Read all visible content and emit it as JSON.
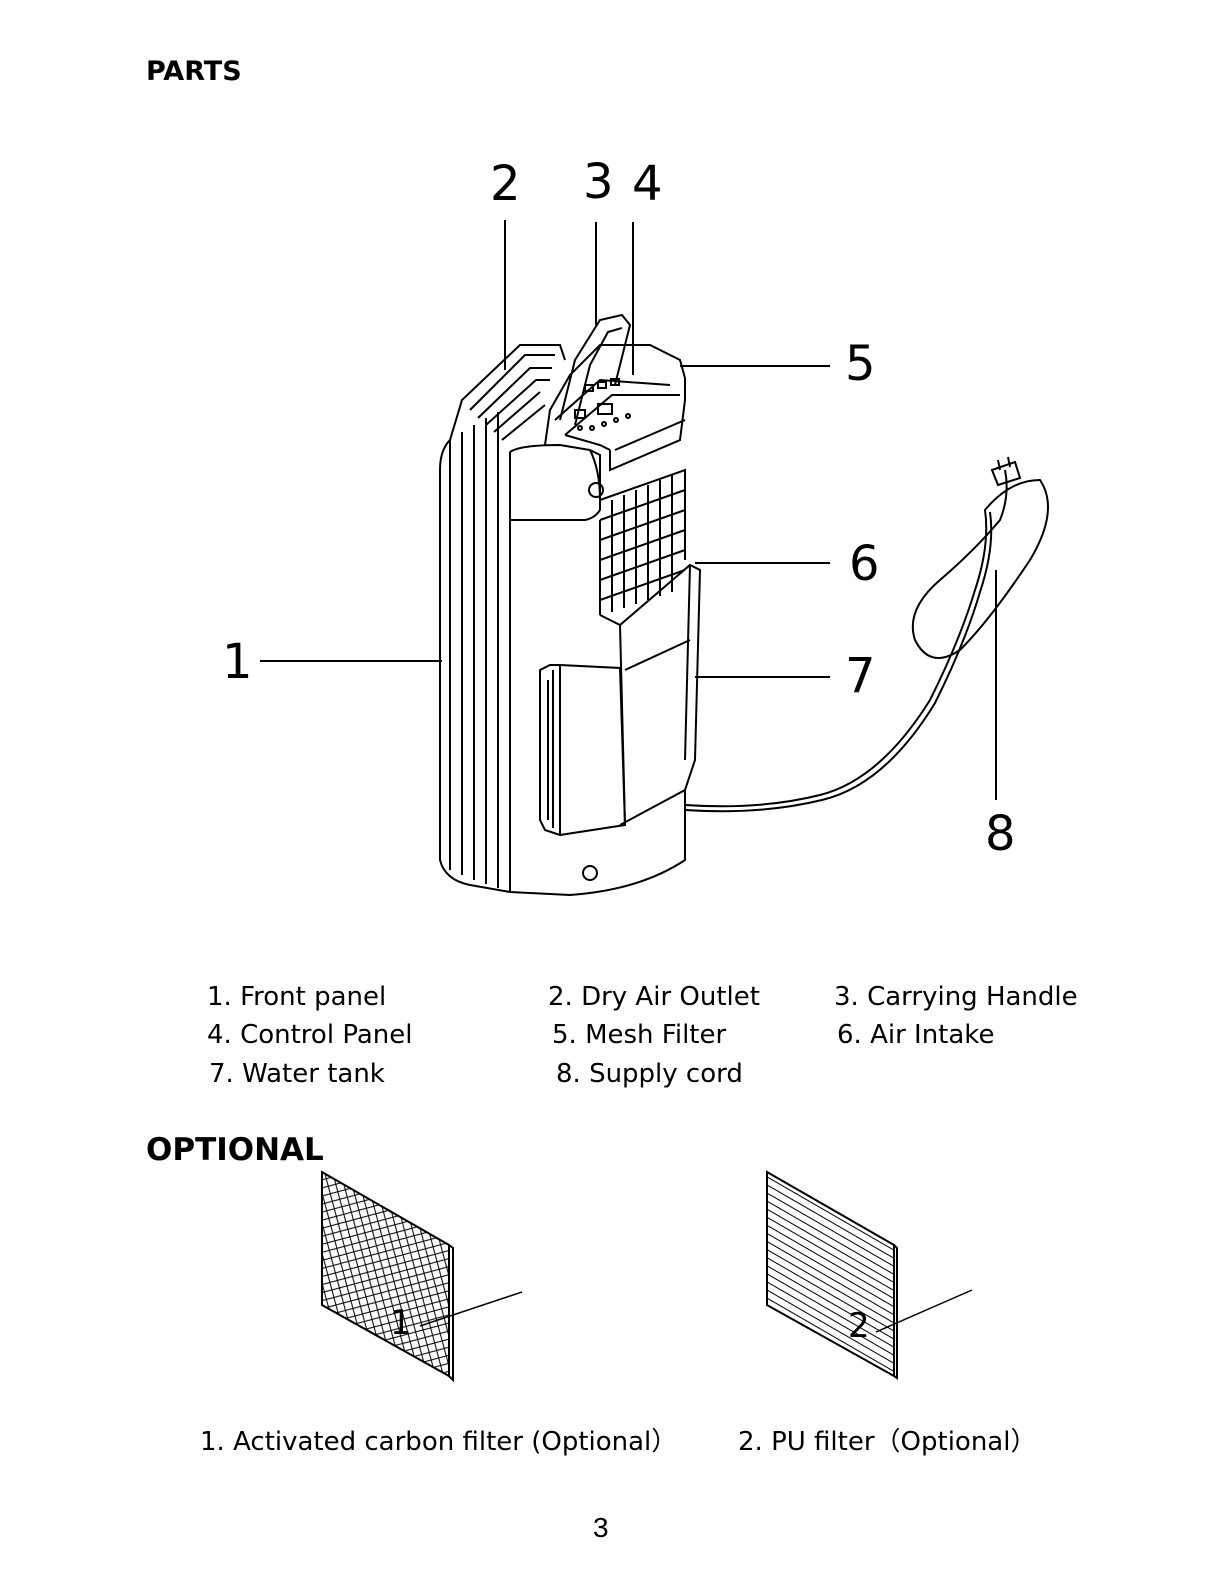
{
  "headings": {
    "parts": "PARTS",
    "optional": "OPTIONAL"
  },
  "callouts": [
    "1",
    "2",
    "3",
    "4",
    "5",
    "6",
    "7",
    "8"
  ],
  "parts": [
    "1. Front panel",
    "2. Dry Air Outlet",
    "3. Carrying Handle",
    "4. Control Panel",
    "5. Mesh Filter",
    "6. Air Intake",
    "7. Water tank",
    "8. Supply cord"
  ],
  "optional": {
    "filter1": {
      "callout": "1",
      "caption": "1. Activated carbon filter (Optional）"
    },
    "filter2": {
      "callout": "2",
      "caption": "2. PU filter（Optional）"
    }
  },
  "page_number": "3"
}
